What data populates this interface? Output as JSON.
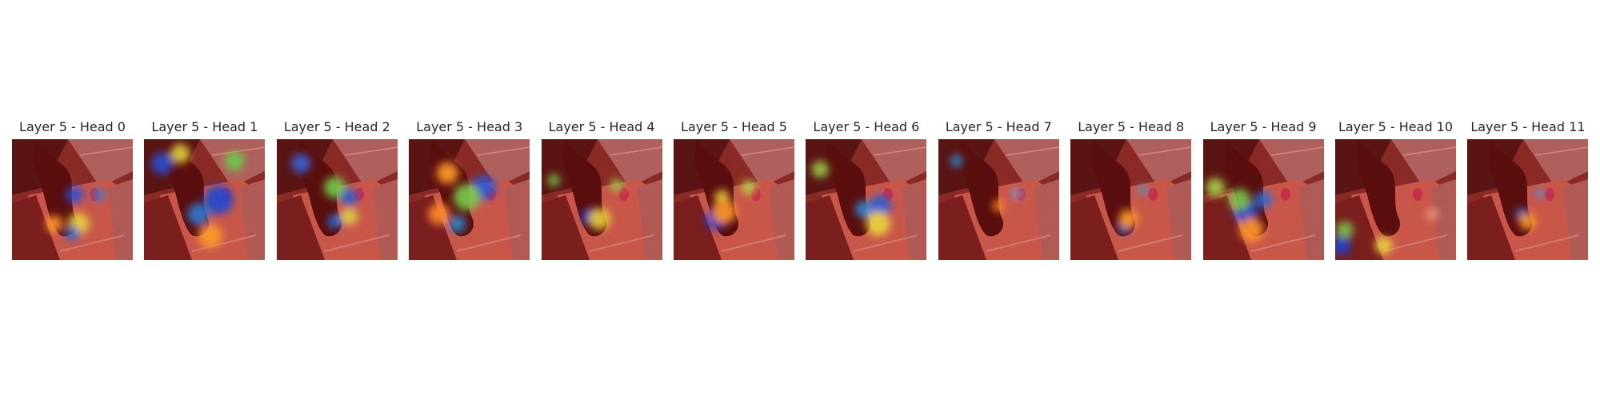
{
  "figure": {
    "panels": [
      {
        "title": "Layer 5 - Head 0",
        "spots": [
          {
            "u": 0.52,
            "v": 0.46,
            "r": 0.07,
            "c": "#2c50d8"
          },
          {
            "u": 0.55,
            "v": 0.7,
            "r": 0.09,
            "c": "#e8d238"
          },
          {
            "u": 0.5,
            "v": 0.78,
            "r": 0.06,
            "c": "#2b6bd0"
          },
          {
            "u": 0.35,
            "v": 0.7,
            "r": 0.07,
            "c": "#ff9a2e"
          },
          {
            "u": 0.72,
            "v": 0.46,
            "r": 0.05,
            "c": "#3b7ad6"
          }
        ]
      },
      {
        "title": "Layer 5 - Head 1",
        "spots": [
          {
            "u": 0.15,
            "v": 0.2,
            "r": 0.09,
            "c": "#2a4fd6"
          },
          {
            "u": 0.62,
            "v": 0.5,
            "r": 0.12,
            "c": "#1f49d2"
          },
          {
            "u": 0.45,
            "v": 0.62,
            "r": 0.09,
            "c": "#2e7ad8"
          },
          {
            "u": 0.75,
            "v": 0.18,
            "r": 0.08,
            "c": "#6ccc4a"
          },
          {
            "u": 0.3,
            "v": 0.12,
            "r": 0.08,
            "c": "#e0d23c"
          },
          {
            "u": 0.55,
            "v": 0.8,
            "r": 0.1,
            "c": "#ff9c2a"
          }
        ]
      },
      {
        "title": "Layer 5 - Head 2",
        "spots": [
          {
            "u": 0.2,
            "v": 0.2,
            "r": 0.08,
            "c": "#3a64d8"
          },
          {
            "u": 0.48,
            "v": 0.4,
            "r": 0.09,
            "c": "#74cc4a"
          },
          {
            "u": 0.6,
            "v": 0.48,
            "r": 0.07,
            "c": "#2e59d6"
          },
          {
            "u": 0.48,
            "v": 0.68,
            "r": 0.06,
            "c": "#2c6ad6"
          },
          {
            "u": 0.6,
            "v": 0.64,
            "r": 0.07,
            "c": "#e0d43c"
          }
        ]
      },
      {
        "title": "Layer 5 - Head 3",
        "spots": [
          {
            "u": 0.62,
            "v": 0.4,
            "r": 0.1,
            "c": "#2a58d8"
          },
          {
            "u": 0.48,
            "v": 0.48,
            "r": 0.11,
            "c": "#7acb48"
          },
          {
            "u": 0.4,
            "v": 0.7,
            "r": 0.07,
            "c": "#2e8cd4"
          },
          {
            "u": 0.32,
            "v": 0.28,
            "r": 0.09,
            "c": "#ff9c2a"
          },
          {
            "u": 0.25,
            "v": 0.62,
            "r": 0.09,
            "c": "#ff8a2a"
          }
        ]
      },
      {
        "title": "Layer 5 - Head 4",
        "spots": [
          {
            "u": 0.4,
            "v": 0.64,
            "r": 0.07,
            "c": "#1f3fd0"
          },
          {
            "u": 0.48,
            "v": 0.66,
            "r": 0.09,
            "c": "#e6d23a"
          },
          {
            "u": 0.1,
            "v": 0.34,
            "r": 0.05,
            "c": "#78c84c"
          },
          {
            "u": 0.62,
            "v": 0.38,
            "r": 0.05,
            "c": "#9ad048"
          }
        ]
      },
      {
        "title": "Layer 5 - Head 5",
        "spots": [
          {
            "u": 0.35,
            "v": 0.66,
            "r": 0.09,
            "c": "#1f3fce"
          },
          {
            "u": 0.4,
            "v": 0.48,
            "r": 0.06,
            "c": "#e8d23a"
          },
          {
            "u": 0.62,
            "v": 0.4,
            "r": 0.06,
            "c": "#b8d046"
          },
          {
            "u": 0.42,
            "v": 0.6,
            "r": 0.1,
            "c": "#ff9a2c"
          }
        ]
      },
      {
        "title": "Layer 5 - Head 6",
        "spots": [
          {
            "u": 0.62,
            "v": 0.55,
            "r": 0.09,
            "c": "#2e5cd8"
          },
          {
            "u": 0.6,
            "v": 0.7,
            "r": 0.1,
            "c": "#e8d83c"
          },
          {
            "u": 0.12,
            "v": 0.25,
            "r": 0.07,
            "c": "#9ccc46"
          },
          {
            "u": 0.48,
            "v": 0.58,
            "r": 0.07,
            "c": "#2e8cd4"
          }
        ]
      },
      {
        "title": "Layer 5 - Head 7",
        "spots": [
          {
            "u": 0.15,
            "v": 0.18,
            "r": 0.05,
            "c": "#2e8cd4"
          },
          {
            "u": 0.5,
            "v": 0.55,
            "r": 0.05,
            "c": "#ff8a2a"
          },
          {
            "u": 0.65,
            "v": 0.45,
            "r": 0.04,
            "c": "#6ab0d8"
          }
        ]
      },
      {
        "title": "Layer 5 - Head 8",
        "spots": [
          {
            "u": 0.45,
            "v": 0.72,
            "r": 0.06,
            "c": "#2e7ad6"
          },
          {
            "u": 0.48,
            "v": 0.66,
            "r": 0.08,
            "c": "#ff9c2a"
          },
          {
            "u": 0.6,
            "v": 0.42,
            "r": 0.04,
            "c": "#4f9ad8"
          }
        ]
      },
      {
        "title": "Layer 5 - Head 9",
        "spots": [
          {
            "u": 0.35,
            "v": 0.6,
            "r": 0.1,
            "c": "#1f4fd2"
          },
          {
            "u": 0.3,
            "v": 0.5,
            "r": 0.09,
            "c": "#7ac84a"
          },
          {
            "u": 0.1,
            "v": 0.4,
            "r": 0.08,
            "c": "#aacc48"
          },
          {
            "u": 0.5,
            "v": 0.5,
            "r": 0.07,
            "c": "#2e6ed6"
          },
          {
            "u": 0.4,
            "v": 0.75,
            "r": 0.1,
            "c": "#ff9a2a"
          }
        ]
      },
      {
        "title": "Layer 5 - Head 10",
        "spots": [
          {
            "u": 0.05,
            "v": 0.88,
            "r": 0.08,
            "c": "#1f3fd0"
          },
          {
            "u": 0.08,
            "v": 0.75,
            "r": 0.07,
            "c": "#7ac84a"
          },
          {
            "u": 0.4,
            "v": 0.88,
            "r": 0.07,
            "c": "#e8d83c"
          },
          {
            "u": 0.8,
            "v": 0.62,
            "r": 0.05,
            "c": "#e89a7a"
          }
        ]
      },
      {
        "title": "Layer 5 - Head 11",
        "spots": [
          {
            "u": 0.45,
            "v": 0.62,
            "r": 0.05,
            "c": "#2e7ad6"
          },
          {
            "u": 0.5,
            "v": 0.68,
            "r": 0.07,
            "c": "#ffa02a"
          },
          {
            "u": 0.6,
            "v": 0.45,
            "r": 0.04,
            "c": "#4f8ad8"
          }
        ]
      }
    ]
  }
}
